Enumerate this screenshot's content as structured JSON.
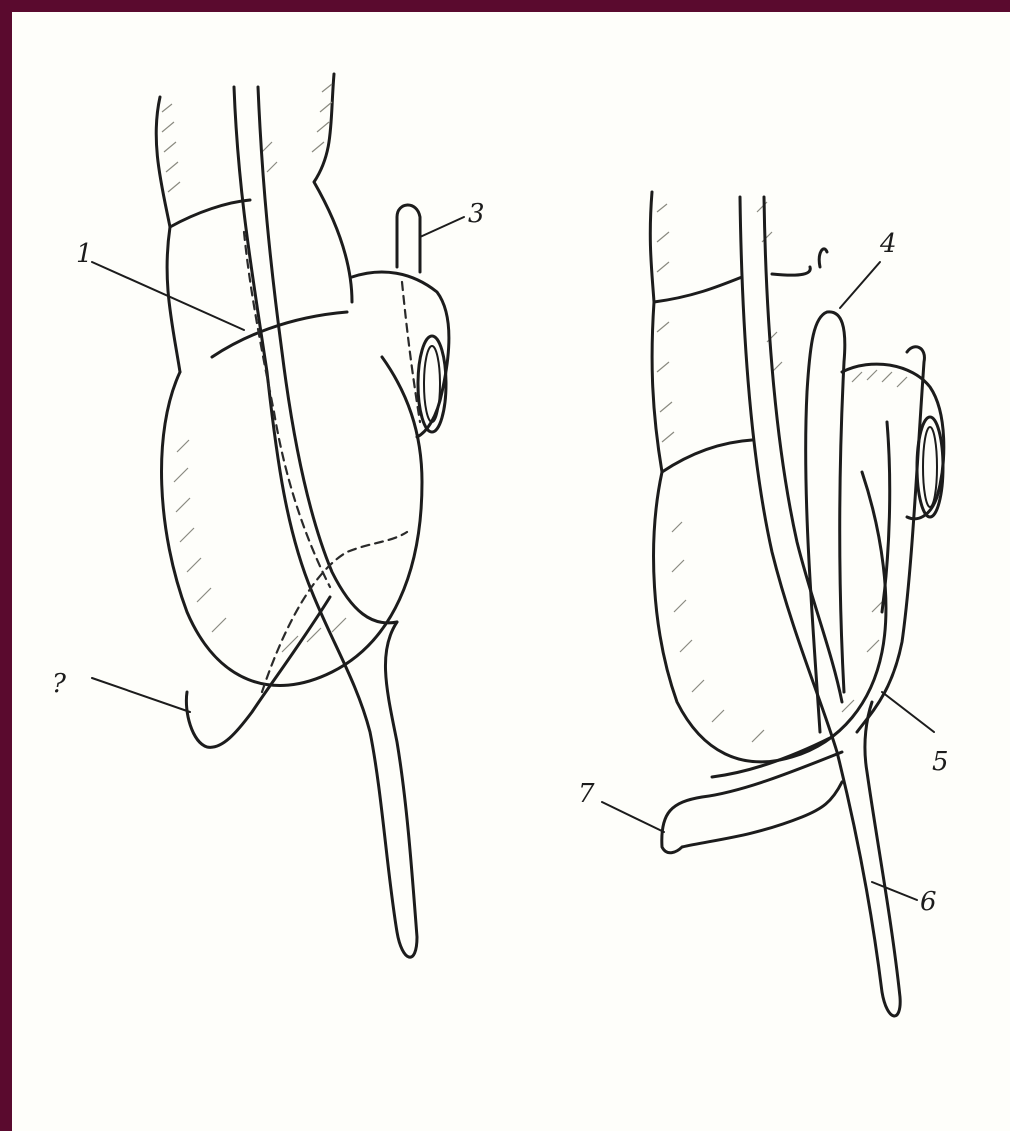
{
  "figure": {
    "left_view": {
      "labels": {
        "l1": "1",
        "l2": "?",
        "l3": "3"
      }
    },
    "right_view": {
      "labels": {
        "l4": "4",
        "l5": "5",
        "l6": "6",
        "l7": "7"
      }
    }
  },
  "colors": {
    "frame": "#5a0a2e",
    "paper": "#fefefa",
    "ink": "#1c1c1c"
  }
}
